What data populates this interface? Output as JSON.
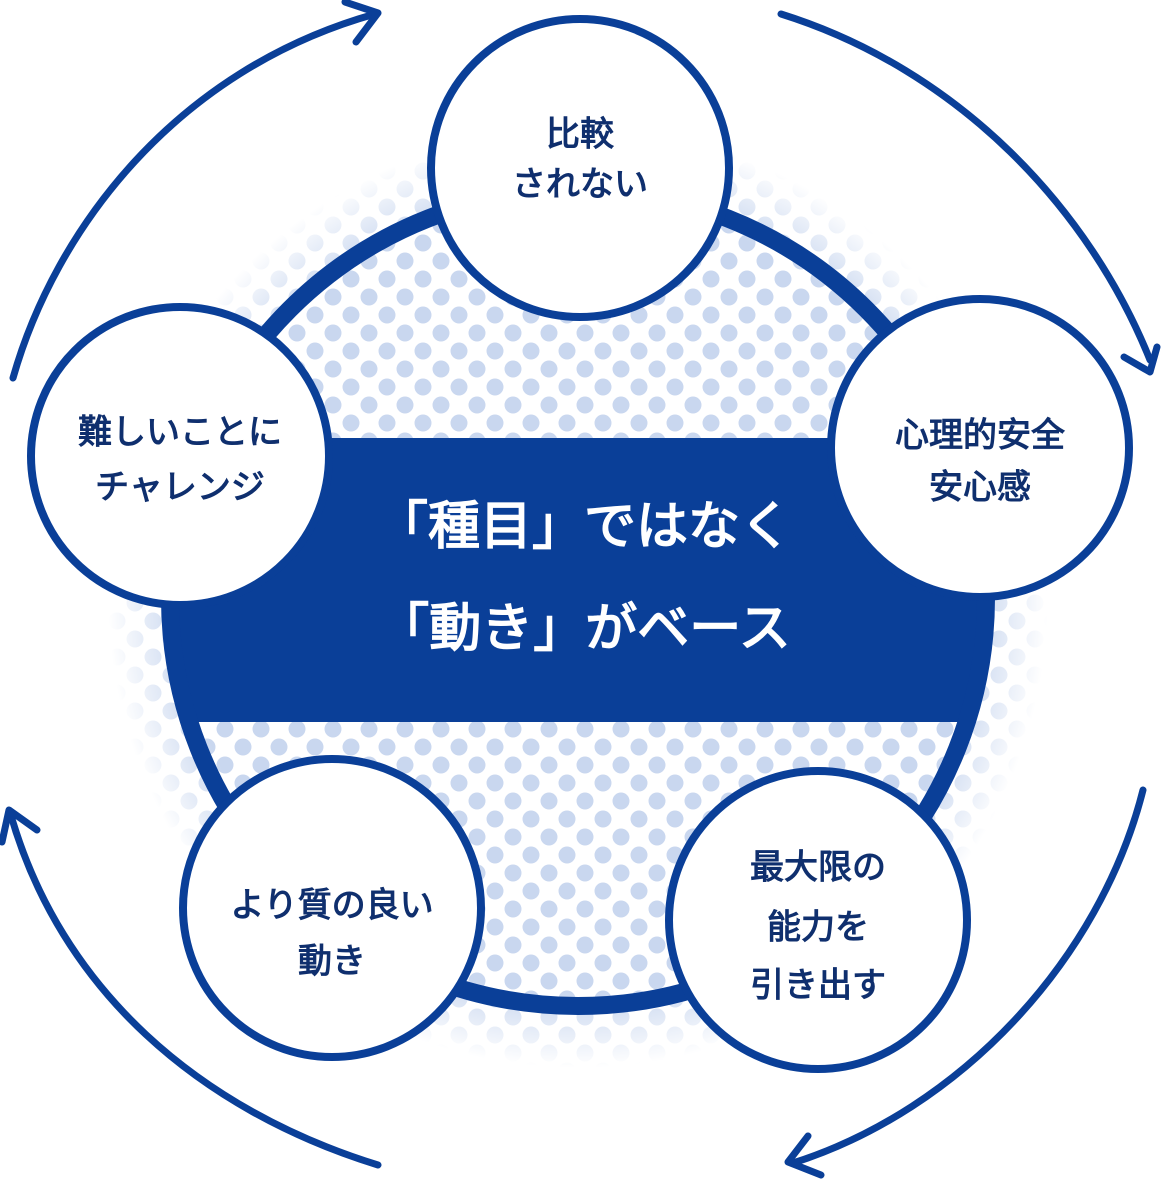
{
  "colors": {
    "primary": "#0a3f98",
    "dot": "#c9d7ef",
    "background": "#ffffff",
    "text_dark": "#0f2f6e",
    "text_light": "#ffffff"
  },
  "center": {
    "line1": "「種目」ではなく",
    "line2": "「動き」がベース"
  },
  "nodes": [
    {
      "lines": [
        "比較",
        "されない"
      ]
    },
    {
      "lines": [
        "心理的安全",
        "安心感"
      ]
    },
    {
      "lines": [
        "最大限の",
        "能力を",
        "引き出す"
      ]
    },
    {
      "lines": [
        "より質の良い",
        "動き"
      ]
    },
    {
      "lines": [
        "難しいことに",
        "チャレンジ"
      ]
    }
  ],
  "cycle": {
    "direction": "clockwise",
    "arrow_count": 4
  }
}
